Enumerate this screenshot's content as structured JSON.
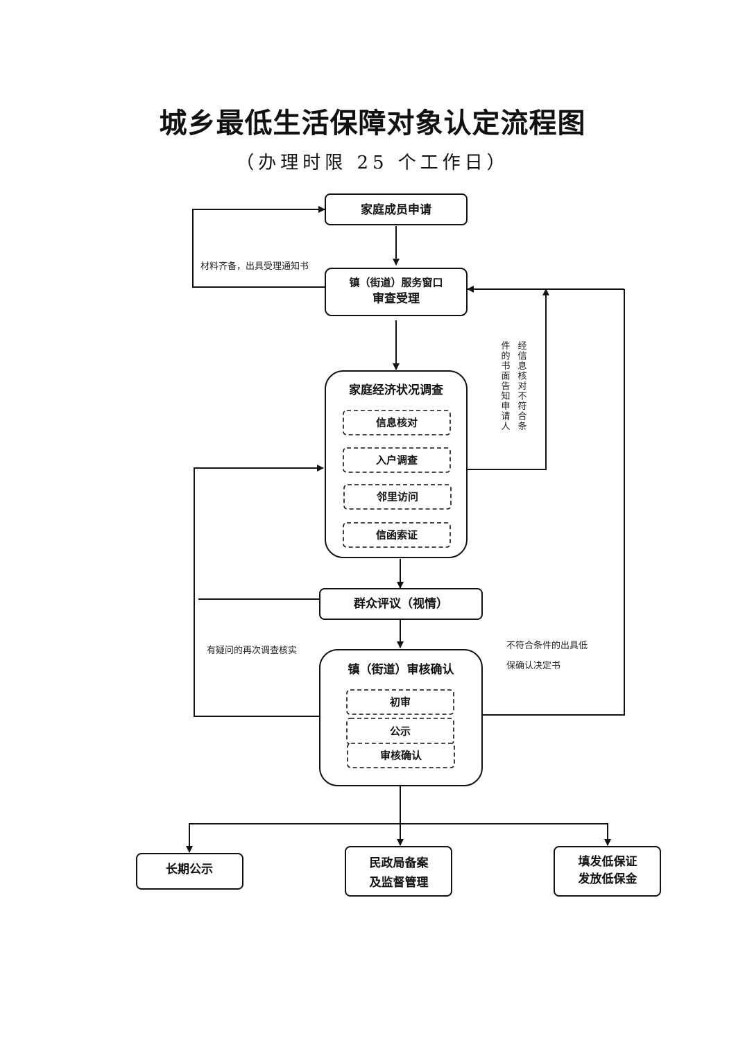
{
  "title": "城乡最低生活保障对象认定流程图",
  "subtitle": "（办理时限 25 个工作日）",
  "nodes": {
    "apply": "家庭成员申请",
    "window_line1": "镇（街道）服务窗口",
    "window_line2": "审查受理",
    "survey_title": "家庭经济状况调查",
    "survey_steps": [
      "信息核对",
      "入户调查",
      "邻里访问",
      "信函索证"
    ],
    "review": "群众评议（视情）",
    "confirm_title": "镇（街道）审核确认",
    "confirm_steps": [
      "初审",
      "公示",
      "审核确认"
    ],
    "outcome_publicity": "长期公示",
    "outcome_civil_line1": "民政局备案",
    "outcome_civil_line2": "及监督管理",
    "outcome_issue_line1": "填发低保证",
    "outcome_issue_line2": "发放低保金"
  },
  "notes": {
    "materials_complete": "材料齐备，出具受理通知书",
    "info_check_fail_col1": "经信息核对不符合条",
    "info_check_fail_col2": "件的书面告知申请人",
    "doubt_reinvestigate": "有疑问的再次调查核实",
    "not_eligible_line1": "不符合条件的出具低",
    "not_eligible_line2": "保确认决定书"
  }
}
